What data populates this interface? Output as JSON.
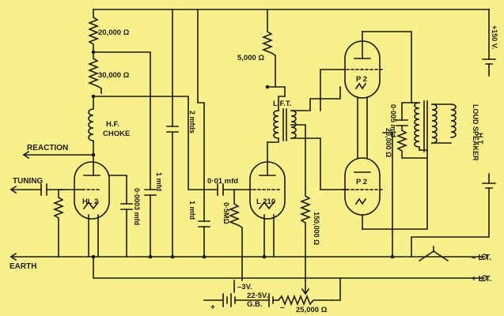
{
  "labels": {
    "reaction": "REACTION",
    "tuning": "TUNING",
    "earth": "EARTH",
    "r_20000": "20,000 Ω",
    "r_30000": "30,000 Ω",
    "hf_choke_1": "H.F.",
    "hf_choke_2": "CHOKE",
    "c_2mfds": "2 mfds",
    "c_1mfd_a": "1 mfd",
    "c_0003": "0·0003 mfd",
    "c_001": "0·01 mfd",
    "c_1mfd_b": "1 mfd",
    "r_05m": "0·5MΩ",
    "r_5000": "5,000 Ω",
    "lft": "L.F.T.",
    "r_150000": "150,000 Ω",
    "c_0005": "0·005 mfd",
    "r_20000b": "20,000 Ω",
    "loud_speaker": "LOUD SPEAKER",
    "ht": "H.T.",
    "plus150": "+150 V.",
    "minus_lt": "– L.T.",
    "plus_lt": "+ L.T.",
    "minus3v": "–3V.",
    "v225": "22·5V.",
    "gb": "G.B.",
    "plus": "+",
    "minus": "–",
    "r_25000": "25,000 Ω"
  },
  "valves": {
    "hl2": "HL 2",
    "l210": "L 210",
    "p2_top": "P 2",
    "p2_bottom": "P 2"
  },
  "colors": {
    "background": "#f8f08a",
    "ink": "#1a1a1a"
  }
}
